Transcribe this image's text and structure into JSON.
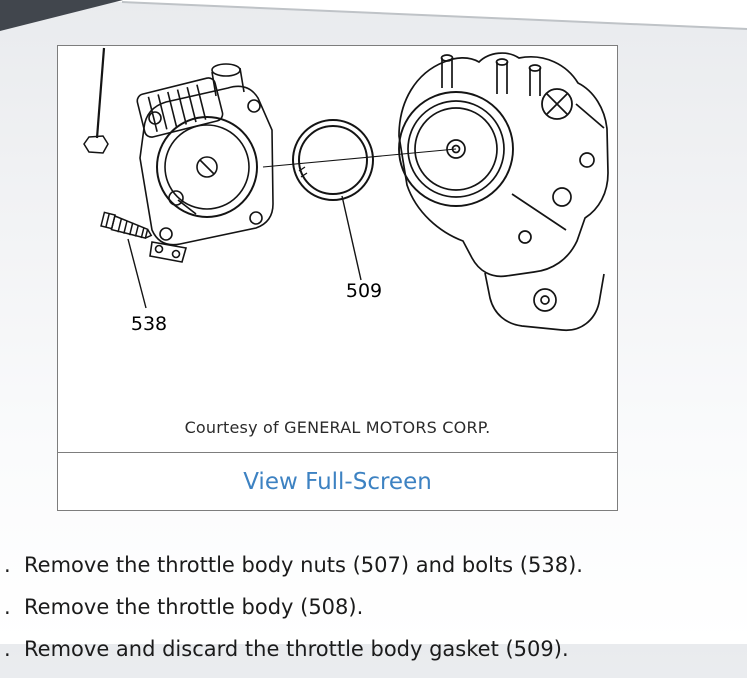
{
  "figure": {
    "caption": "Courtesy of GENERAL MOTORS CORP.",
    "fullscreen_label": "View Full-Screen",
    "part_labels": {
      "gasket": "509",
      "bolt": "538"
    }
  },
  "steps": [
    ".  Remove the throttle body nuts (507) and bolts (538).",
    ".  Remove the throttle body (508).",
    ".  Remove and discard the throttle body gasket (509)."
  ],
  "colors": {
    "link_blue": "#3d82c2",
    "frame_border": "#7d7d7d",
    "corner_dark": "#41464d",
    "diagonal_line": "#bfc3c7",
    "diagram_ink": "#141414"
  }
}
